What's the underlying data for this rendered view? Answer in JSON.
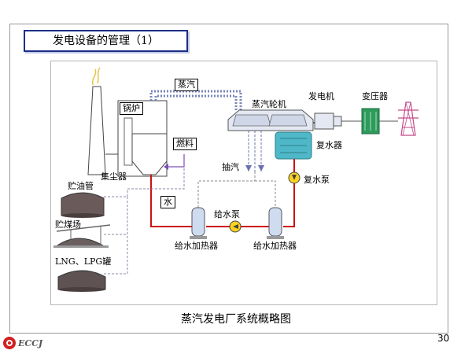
{
  "title": "发电设备的管理（1）",
  "caption": "蒸汽发电厂系统概略图",
  "page_number": "30",
  "logo_text": "ECCJ",
  "colors": {
    "title_border": "#1c2f86",
    "water_line": "#cc1111",
    "extraction_line": "#6a70b0",
    "fuel_line": "#7a4fb8",
    "turbine_teal": "#4fb8c8",
    "transformer_green": "#2e9a5c",
    "pump_yellow": "#ffd21f",
    "tower_pink": "#c44a8a"
  },
  "diagram": {
    "labels": {
      "steam": "蒸汽",
      "boiler": "锅炉",
      "fuel": "燃料",
      "dust_collector": "集尘器",
      "water": "水",
      "turbine": "蒸汽轮机",
      "generator": "发电机",
      "transformer": "变压器",
      "condenser": "复水器",
      "extraction": "抽汽",
      "condensate_pump": "复水泵",
      "feed_pump": "给水泵",
      "feed_heater_left": "给水加热器",
      "feed_heater_right": "给水加热器",
      "oil_tank": "贮油管",
      "coal_yard": "贮煤场",
      "lng_tank": "LNG、LPG罐"
    }
  }
}
